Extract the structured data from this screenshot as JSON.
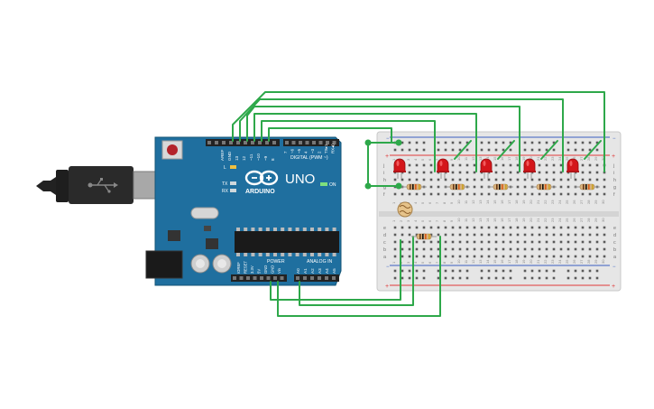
{
  "arduino": {
    "model": "UNO",
    "brand": "ARDUINO",
    "digital_header": "DIGITAL (PWM ~)",
    "power_header": "POWER",
    "analog_header": "ANALOG IN",
    "on_label": "ON",
    "l_label": "L",
    "tx_label": "TX",
    "rx_label": "RX",
    "top_pin_labels": [
      "AREF",
      "GND",
      "13",
      "12",
      "~11",
      "~10",
      "~9",
      "8"
    ],
    "top_pin_labels_2": [
      "7",
      "~6",
      "~5",
      "4",
      "~3",
      "2",
      "TX▸1",
      "RX◂0"
    ],
    "power_pin_labels": [
      "IOREF",
      "RESET",
      "3.3V",
      "5V",
      "GND",
      "GND",
      "Vin"
    ],
    "analog_pin_labels": [
      "A0",
      "A1",
      "A2",
      "A3",
      "A4",
      "A5"
    ]
  },
  "breadboard": {
    "row_labels_top": [
      "j",
      "i",
      "h",
      "g",
      "f"
    ],
    "row_labels_bottom": [
      "e",
      "d",
      "c",
      "b",
      "a"
    ],
    "column_numbers": [
      "1",
      "2",
      "3",
      "4",
      "5",
      "6",
      "7",
      "8",
      "9",
      "10",
      "11",
      "12",
      "13",
      "14",
      "15",
      "16",
      "17",
      "18",
      "19",
      "20",
      "21",
      "22",
      "23",
      "24",
      "25",
      "26",
      "27",
      "28",
      "29",
      "30"
    ]
  },
  "colors": {
    "board_blue": "#1f6f9f",
    "wire_green": "#2ea84a",
    "led_red": "#d4161b",
    "rail_red": "#e03a3a",
    "rail_blue": "#3a5fc0",
    "breadboard": "#e9e9e9"
  },
  "components": {
    "led_count": 5,
    "resistor_count": 6,
    "photoresistor_count": 1
  }
}
